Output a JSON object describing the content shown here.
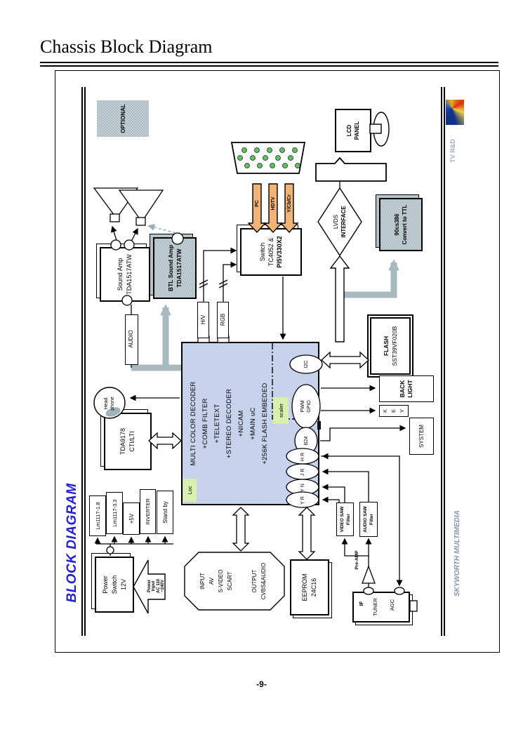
{
  "page": {
    "title": "Chassis Block Diagram",
    "page_number": "-9-"
  },
  "margin": {
    "banner": "BLOCK DIAGRAM",
    "brand": "SKYWORTH  MULTIMEDIA",
    "dept": "TV R&D"
  },
  "blocks": {
    "optional": "OPTIONAL",
    "sound_amp": {
      "l1": "Sound Amp",
      "l2": "TDA1517ATW"
    },
    "btl_amp": {
      "l1": "BTL Sound Amp",
      "l2": "TDA1517ATW"
    },
    "audio_label": "AUDIO",
    "hv_label": "H/V",
    "rgb_label": "RGB",
    "switch": {
      "l1": "Switch",
      "l2": "TC4052 &",
      "l3": "PI5V330X2"
    },
    "pc_arrow": "PC",
    "hdtv_arrow": "HDTV",
    "ycbcr_arrow": "Y/Cb/Cr",
    "lvds": {
      "l1": "LVDS",
      "l2": "INTERFACE"
    },
    "lcd": {
      "l1": "LCD",
      "l2": "PANEL"
    },
    "ttl_conv": {
      "l1": "90cs386",
      "l2": "Convert to TTL"
    },
    "flash": {
      "l1": "FLASH",
      "l2": "SST39VF020B"
    },
    "backlight": {
      "l1": "BACK",
      "l2": "LIGHT"
    },
    "key": [
      "K",
      "E",
      "Y"
    ],
    "system": "SYSTEM",
    "headphone": {
      "l1": "Head",
      "l2": "phone"
    },
    "tda9178": {
      "l1": "TDA9178",
      "l2": "CTI/LTI"
    },
    "chip": {
      "lines": [
        "MULTI COLOR DECODER",
        "+COMB FILTER",
        "+TELETEXT",
        "+STEREO DECODER",
        "+NICAM",
        "+MAIN uC",
        "+256K FLASH EMBEDED"
      ],
      "scaler": "scaler",
      "loc": "Loc"
    },
    "pins": {
      "i2c": "I2C",
      "pwm": "PWM",
      "gpio": "GPIO",
      "b24": "B24",
      "in1": "HR",
      "in2": "JR",
      "in3": "YN",
      "in4": "YR"
    },
    "regs": {
      "r18": "Lm1117-1.8",
      "r33": "Lm1117-3.3",
      "v5": "+5V",
      "inverter": "INVERTER",
      "standby": "Stand by"
    },
    "power_switch": {
      "l1": "Power",
      "l2": "Switch",
      "l3": "12V"
    },
    "power_input": {
      "l1": "Power",
      "l2": "Input",
      "l3": "AC 110",
      "l4": "~240V"
    },
    "av_io": {
      "in1": "INPUT",
      "in2": "AV",
      "in3": "S-VIDEO",
      "in4": "SCART",
      "out1": "OUTPUT",
      "out2": "CVBS&AUDIO"
    },
    "eeprom": {
      "l1": "EEPROM",
      "l2": "24C16"
    },
    "video_saw": {
      "l1": "VIDEO SAW",
      "l2": "Filter"
    },
    "audio_saw": {
      "l1": "AUDIO SAW",
      "l2": "Filter"
    },
    "preamp": "Pre-AMP",
    "tuner": {
      "name": "TUNER",
      "pin_if": "IF",
      "pin_agc": "AGC"
    }
  },
  "colors": {
    "chip_fill": "#c8d4ec",
    "gray_fill": "#bac7cd",
    "banner_blue": "#2222cc",
    "orange_arrow": "#f2b476",
    "green_tag": "#d8efad",
    "wire_gray": "#a7bac0",
    "dot_green": "#5cc45c"
  }
}
